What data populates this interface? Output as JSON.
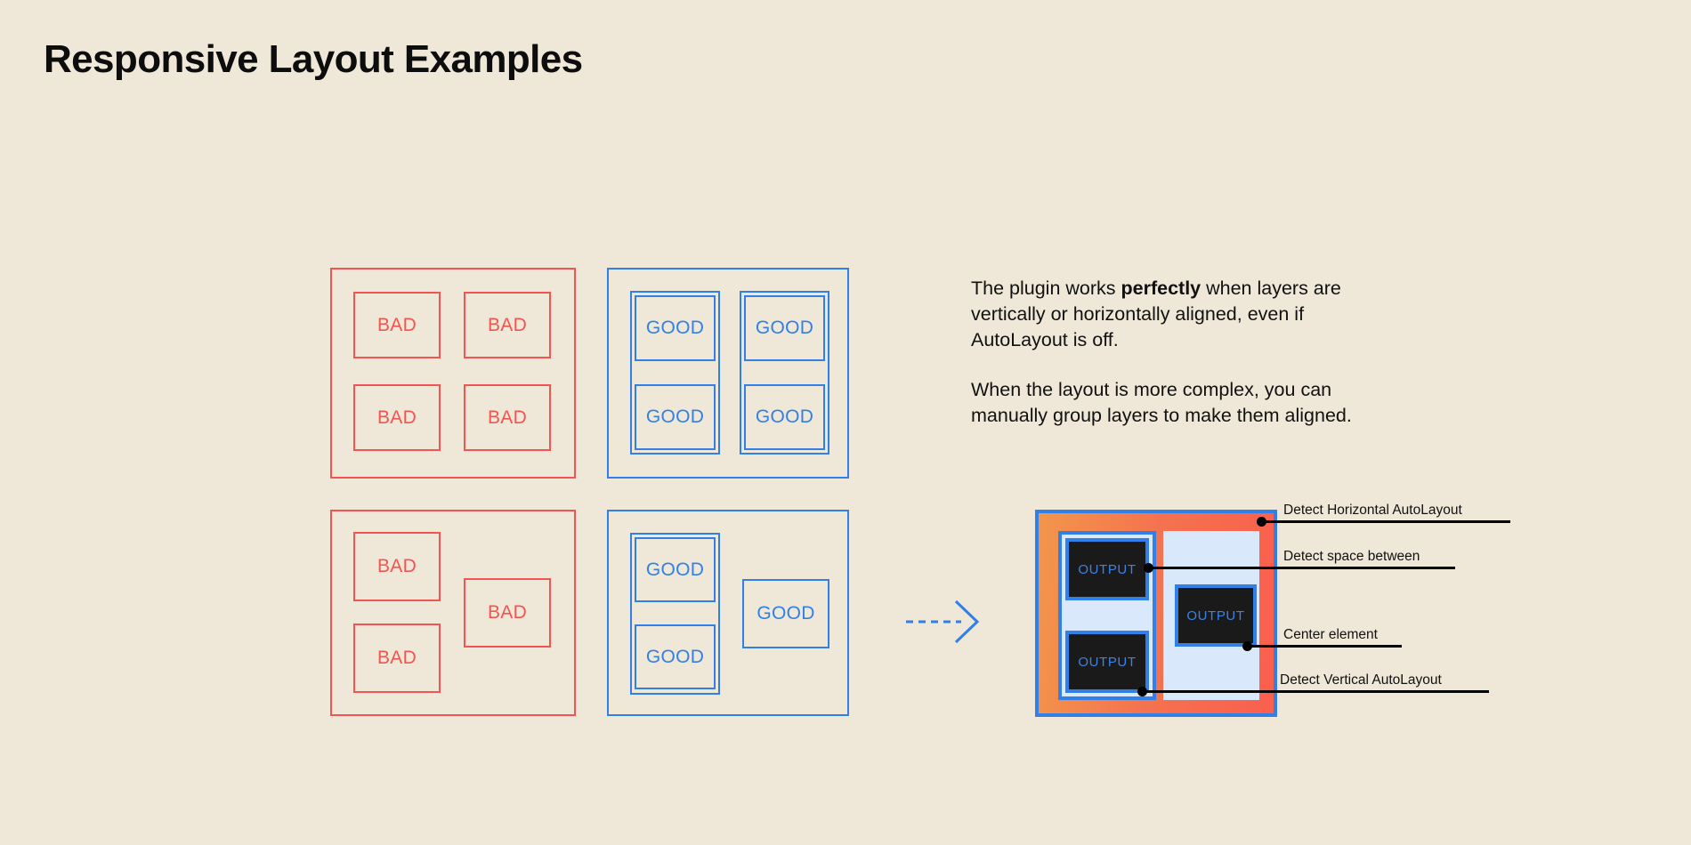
{
  "page": {
    "title": "Responsive Layout Examples",
    "background_color": "#EFE7D8",
    "bad_color": "#F4544F",
    "good_color": "#3080E8"
  },
  "panels": {
    "bad_top": {
      "name": "bad-grid-panel",
      "cells": [
        {
          "label": "BAD"
        },
        {
          "label": "BAD"
        },
        {
          "label": "BAD"
        },
        {
          "label": "BAD"
        }
      ]
    },
    "good_top": {
      "name": "good-grid-panel",
      "cells": [
        {
          "label": "GOOD"
        },
        {
          "label": "GOOD"
        },
        {
          "label": "GOOD"
        },
        {
          "label": "GOOD"
        }
      ]
    },
    "bad_bottom": {
      "name": "bad-complex-panel",
      "cells": [
        {
          "label": "BAD"
        },
        {
          "label": "BAD"
        },
        {
          "label": "BAD"
        }
      ]
    },
    "good_bottom": {
      "name": "good-complex-panel",
      "cells": [
        {
          "label": "GOOD"
        },
        {
          "label": "GOOD"
        },
        {
          "label": "GOOD"
        }
      ]
    }
  },
  "copy": {
    "paragraph1_part1": "The plugin works ",
    "paragraph1_bold": "perfectly",
    "paragraph1_part2": " when layers are vertically or horizontally aligned, even if AutoLayout is off.",
    "paragraph2": "When the layout is more complex, you can manually group layers to make them aligned."
  },
  "result": {
    "name": "detected-layout-preview",
    "gradient_from": "#F2964B",
    "gradient_to": "#FA5F4E",
    "column_color": "#D9E9FB",
    "box_color": "#1A1A1A",
    "outputs": [
      {
        "label": "OUTPUT"
      },
      {
        "label": "OUTPUT"
      },
      {
        "label": "OUTPUT"
      }
    ],
    "annotations": [
      {
        "label": "Detect Horizontal AutoLayout"
      },
      {
        "label": "Detect space between"
      },
      {
        "label": "Center element"
      },
      {
        "label": "Detect Vertical AutoLayout"
      }
    ]
  }
}
